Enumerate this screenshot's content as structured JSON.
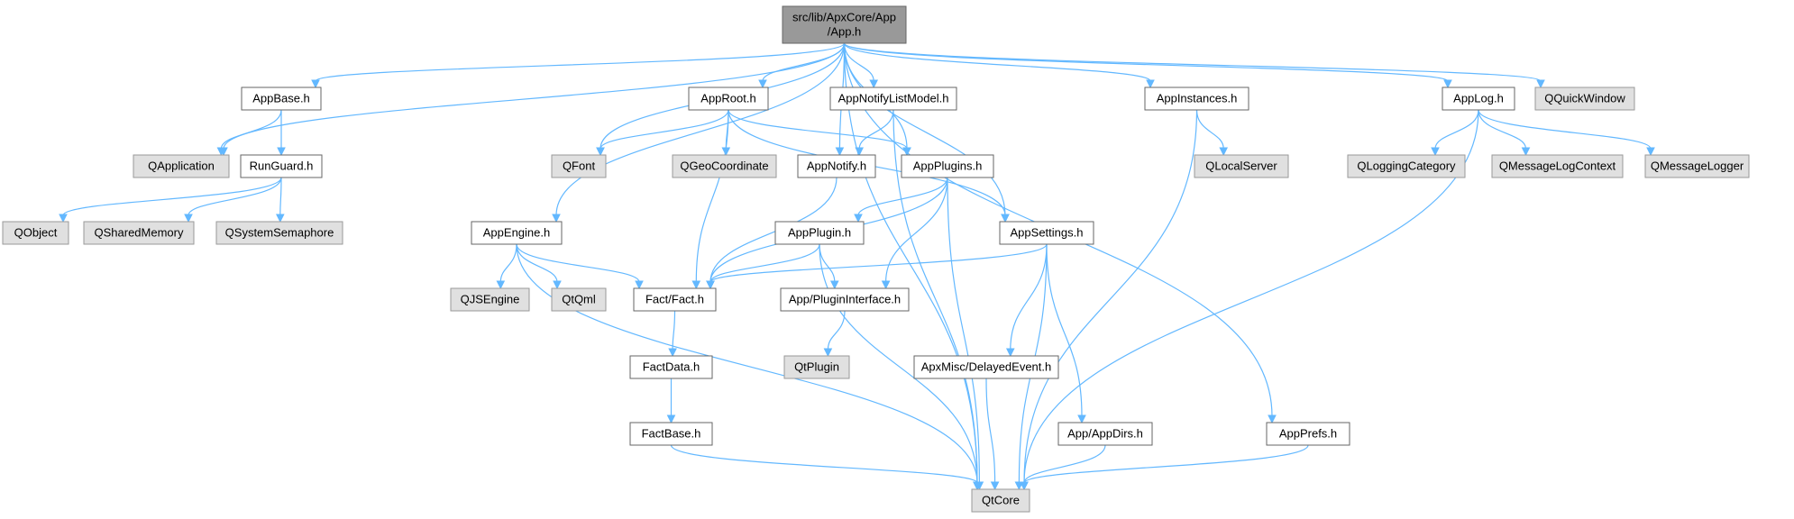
{
  "colors": {
    "root_fill": "#999999",
    "root_stroke": "#666666",
    "header_fill": "#ffffff",
    "header_stroke": "#666666",
    "external_fill": "#e0e0e0",
    "external_stroke": "#999999",
    "edge": "#63b8ff"
  },
  "nodes": [
    {
      "id": "app",
      "lines": [
        "src/lib/ApxCore/App",
        "/App.h"
      ],
      "kind": "root"
    },
    {
      "id": "appbase",
      "lines": [
        "AppBase.h"
      ],
      "kind": "header"
    },
    {
      "id": "approot",
      "lines": [
        "AppRoot.h"
      ],
      "kind": "header"
    },
    {
      "id": "appnotifylistmodel",
      "lines": [
        "AppNotifyListModel.h"
      ],
      "kind": "header"
    },
    {
      "id": "appinstances",
      "lines": [
        "AppInstances.h"
      ],
      "kind": "header"
    },
    {
      "id": "applog",
      "lines": [
        "AppLog.h"
      ],
      "kind": "header"
    },
    {
      "id": "qquickwindow",
      "lines": [
        "QQuickWindow"
      ],
      "kind": "external"
    },
    {
      "id": "qapplication",
      "lines": [
        "QApplication"
      ],
      "kind": "external"
    },
    {
      "id": "runguard",
      "lines": [
        "RunGuard.h"
      ],
      "kind": "header"
    },
    {
      "id": "qfont",
      "lines": [
        "QFont"
      ],
      "kind": "external"
    },
    {
      "id": "qgeocoordinate",
      "lines": [
        "QGeoCoordinate"
      ],
      "kind": "external"
    },
    {
      "id": "appnotify",
      "lines": [
        "AppNotify.h"
      ],
      "kind": "header"
    },
    {
      "id": "appplugins",
      "lines": [
        "AppPlugins.h"
      ],
      "kind": "header"
    },
    {
      "id": "qlocalserver",
      "lines": [
        "QLocalServer"
      ],
      "kind": "external"
    },
    {
      "id": "qloggingcategory",
      "lines": [
        "QLoggingCategory"
      ],
      "kind": "external"
    },
    {
      "id": "qmessagelogcontext",
      "lines": [
        "QMessageLogContext"
      ],
      "kind": "external"
    },
    {
      "id": "qmessagelogger",
      "lines": [
        "QMessageLogger"
      ],
      "kind": "external"
    },
    {
      "id": "qobject",
      "lines": [
        "QObject"
      ],
      "kind": "external"
    },
    {
      "id": "qsharedmemory",
      "lines": [
        "QSharedMemory"
      ],
      "kind": "external"
    },
    {
      "id": "qsystemsemaphore",
      "lines": [
        "QSystemSemaphore"
      ],
      "kind": "external"
    },
    {
      "id": "appengine",
      "lines": [
        "AppEngine.h"
      ],
      "kind": "header"
    },
    {
      "id": "appplugin",
      "lines": [
        "AppPlugin.h"
      ],
      "kind": "header"
    },
    {
      "id": "appsettings",
      "lines": [
        "AppSettings.h"
      ],
      "kind": "header"
    },
    {
      "id": "qjsengine",
      "lines": [
        "QJSEngine"
      ],
      "kind": "external"
    },
    {
      "id": "qtqml",
      "lines": [
        "QtQml"
      ],
      "kind": "external"
    },
    {
      "id": "fact",
      "lines": [
        "Fact/Fact.h"
      ],
      "kind": "header"
    },
    {
      "id": "plugininterface",
      "lines": [
        "App/PluginInterface.h"
      ],
      "kind": "header"
    },
    {
      "id": "qtplugin",
      "lines": [
        "QtPlugin"
      ],
      "kind": "external"
    },
    {
      "id": "factdata",
      "lines": [
        "FactData.h"
      ],
      "kind": "header"
    },
    {
      "id": "delayedevent",
      "lines": [
        "ApxMisc/DelayedEvent.h"
      ],
      "kind": "header"
    },
    {
      "id": "factbase",
      "lines": [
        "FactBase.h"
      ],
      "kind": "header"
    },
    {
      "id": "appdirs",
      "lines": [
        "App/AppDirs.h"
      ],
      "kind": "header"
    },
    {
      "id": "appprefs",
      "lines": [
        "AppPrefs.h"
      ],
      "kind": "header"
    },
    {
      "id": "qtcore",
      "lines": [
        "QtCore"
      ],
      "kind": "external"
    }
  ],
  "edges": [
    [
      "app",
      "appbase"
    ],
    [
      "app",
      "approot"
    ],
    [
      "app",
      "appnotifylistmodel"
    ],
    [
      "app",
      "appinstances"
    ],
    [
      "app",
      "applog"
    ],
    [
      "app",
      "qquickwindow"
    ],
    [
      "app",
      "qapplication"
    ],
    [
      "app",
      "qfont"
    ],
    [
      "app",
      "appnotify"
    ],
    [
      "app",
      "appplugins"
    ],
    [
      "app",
      "appengine"
    ],
    [
      "app",
      "appsettings"
    ],
    [
      "app",
      "appprefs"
    ],
    [
      "app",
      "qtcore"
    ],
    [
      "appbase",
      "qapplication"
    ],
    [
      "appbase",
      "runguard"
    ],
    [
      "runguard",
      "qobject"
    ],
    [
      "runguard",
      "qsharedmemory"
    ],
    [
      "runguard",
      "qsystemsemaphore"
    ],
    [
      "approot",
      "qfont"
    ],
    [
      "approot",
      "qgeocoordinate"
    ],
    [
      "approot",
      "appplugins"
    ],
    [
      "approot",
      "appsettings"
    ],
    [
      "approot",
      "fact"
    ],
    [
      "appnotifylistmodel",
      "appnotify"
    ],
    [
      "appnotifylistmodel",
      "qtcore"
    ],
    [
      "appinstances",
      "qlocalserver"
    ],
    [
      "appinstances",
      "qtcore"
    ],
    [
      "applog",
      "qloggingcategory"
    ],
    [
      "applog",
      "qmessagelogcontext"
    ],
    [
      "applog",
      "qmessagelogger"
    ],
    [
      "applog",
      "qtcore"
    ],
    [
      "appnotify",
      "fact"
    ],
    [
      "appplugins",
      "appplugin"
    ],
    [
      "appplugins",
      "plugininterface"
    ],
    [
      "appplugins",
      "fact"
    ],
    [
      "appplugins",
      "qtcore"
    ],
    [
      "appengine",
      "qjsengine"
    ],
    [
      "appengine",
      "qtqml"
    ],
    [
      "appengine",
      "fact"
    ],
    [
      "appengine",
      "qtcore"
    ],
    [
      "appplugin",
      "fact"
    ],
    [
      "appplugin",
      "plugininterface"
    ],
    [
      "appplugin",
      "qtcore"
    ],
    [
      "appsettings",
      "fact"
    ],
    [
      "appsettings",
      "delayedevent"
    ],
    [
      "appsettings",
      "appdirs"
    ],
    [
      "appsettings",
      "qtcore"
    ],
    [
      "fact",
      "factdata"
    ],
    [
      "factdata",
      "factbase"
    ],
    [
      "factbase",
      "qtcore"
    ],
    [
      "plugininterface",
      "qtplugin"
    ],
    [
      "delayedevent",
      "qtcore"
    ],
    [
      "appdirs",
      "qtcore"
    ],
    [
      "appprefs",
      "qtcore"
    ]
  ]
}
